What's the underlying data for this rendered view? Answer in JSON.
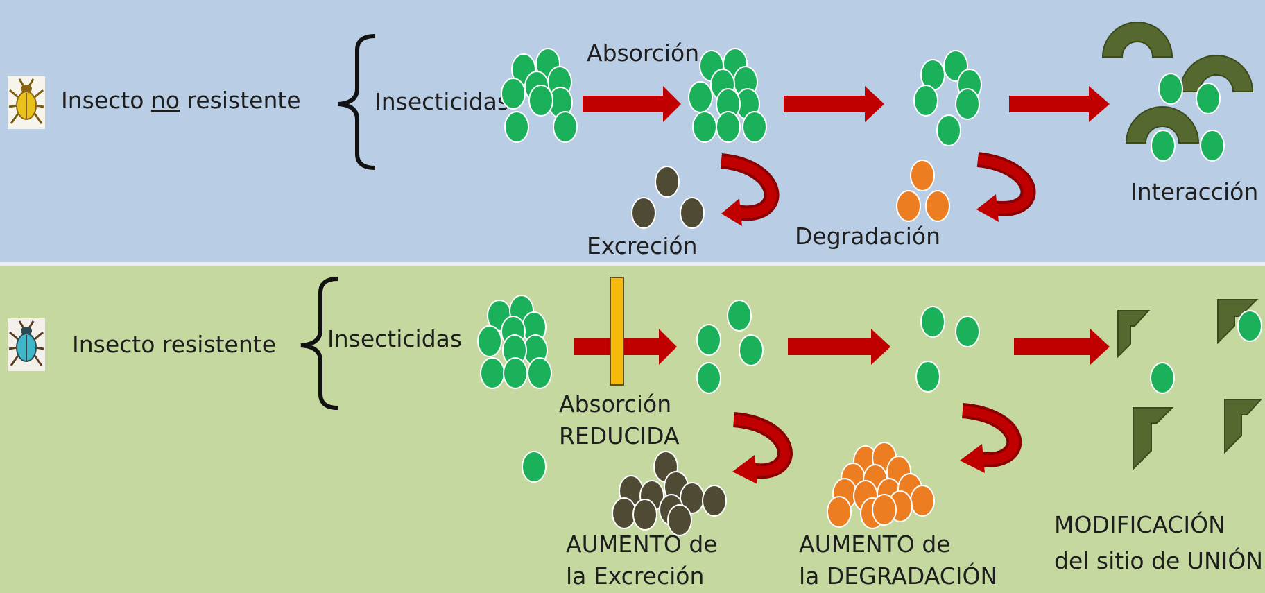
{
  "top": {
    "insect_label_pre": "Insecto ",
    "insect_label_no": "no",
    "insect_label_post": " resistente",
    "insecticides": "Insecticidas",
    "absorption": "Absorción",
    "excretion": "Excreción",
    "degradation": "Degradación",
    "interaction": "Interacción",
    "background": "#b9cde5",
    "beetle_color": "#e8c21a"
  },
  "bottom": {
    "insect_label": "Insecto resistente",
    "insecticides": "Insecticidas",
    "absorption_line1": "Absorción",
    "absorption_line2": "REDUCIDA",
    "excretion_line1": "AUMENTO de",
    "excretion_line2": "la Excreción",
    "degradation_line1": "AUMENTO de",
    "degradation_line2": "la  DEGRADACIÓN",
    "binding_line1": "MODIFICACIÓN",
    "binding_line2": "del sitio de UNIÓN",
    "background": "#c5d8a0",
    "beetle_color": "#3fb7c9"
  },
  "colors": {
    "insecticide": "#1bb15a",
    "excreted": "#4e4a33",
    "degraded": "#ed7d21",
    "target": "#55682f",
    "arrow": "#c00000",
    "barrier": "#f7b90b"
  }
}
